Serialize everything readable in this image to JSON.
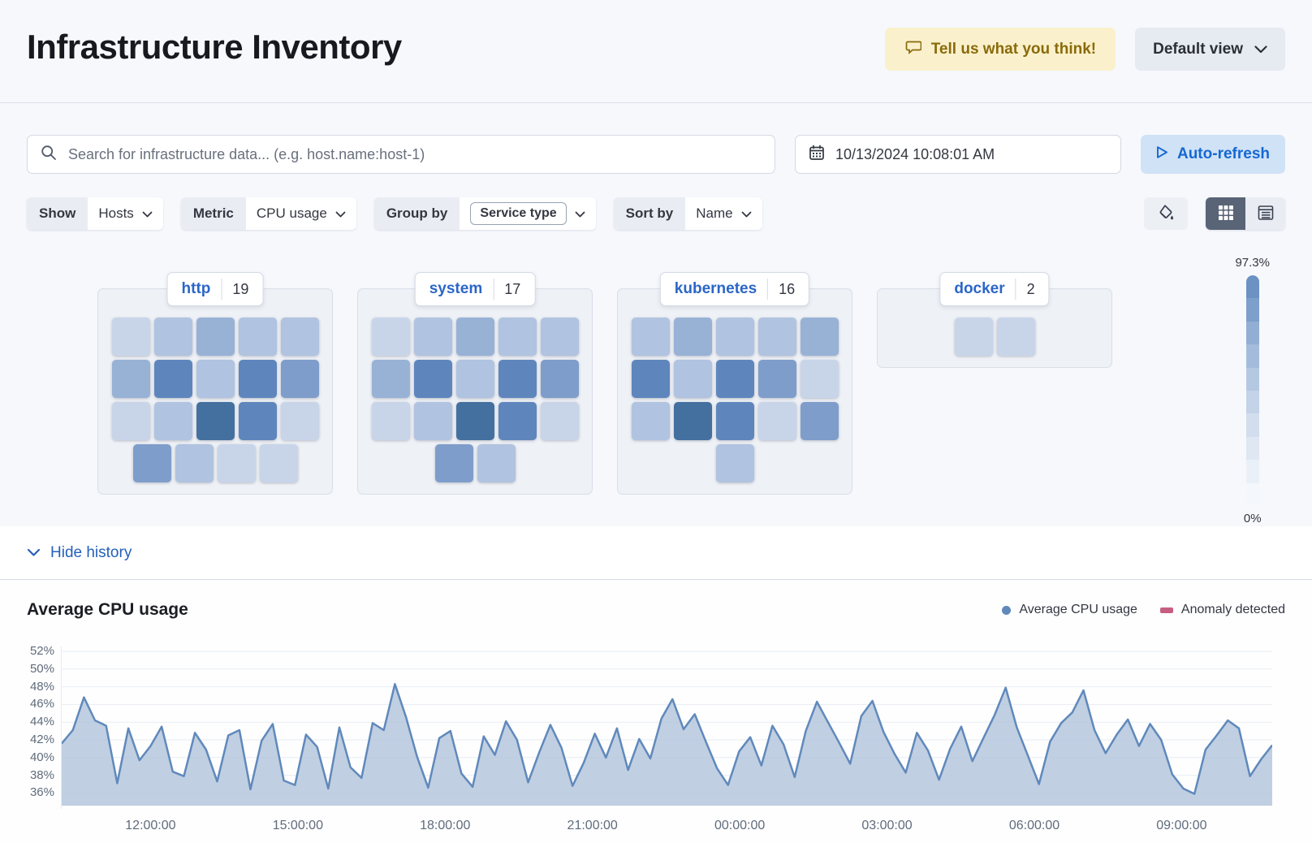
{
  "page": {
    "title": "Infrastructure Inventory"
  },
  "header": {
    "feedback_label": "Tell us what you think!",
    "view_label": "Default view"
  },
  "toolbar": {
    "search_placeholder": "Search for infrastructure data... (e.g. host.name:host-1)",
    "datetime": "10/13/2024 10:08:01 AM",
    "auto_refresh_label": "Auto-refresh",
    "filters": {
      "show": {
        "label": "Show",
        "value": "Hosts"
      },
      "metric": {
        "label": "Metric",
        "value": "CPU usage"
      },
      "group_by": {
        "label": "Group by",
        "value": "Service type"
      },
      "sort_by": {
        "label": "Sort by",
        "value": "Name"
      }
    }
  },
  "colors": {
    "link_blue": "#2560b9",
    "group_name_blue": "#2b66c7",
    "auto_refresh_blue": "#1668d3",
    "feedback_yellow_bg": "#faf1cc",
    "feedback_text": "#8a6a0b",
    "selected_segment": "#5a6477",
    "chart_line": "#6089bb",
    "chart_fill": "#b9cadf",
    "anomaly_pink": "#c85d82"
  },
  "palette": [
    "#d8e1ef",
    "#c8d5e9",
    "#b0c3e0",
    "#98b2d6",
    "#7f9dca",
    "#5f86bc",
    "#44709f"
  ],
  "legend_scale": {
    "max_label": "97.3%",
    "min_label": "0%",
    "colors": [
      "#6b92c3",
      "#7d9fcb",
      "#92aed4",
      "#a4bcdc",
      "#b4c8e2",
      "#c3d3e8",
      "#d2deee",
      "#dfe7f3",
      "#eaf0f8",
      "#f4f7fb"
    ]
  },
  "groups": [
    {
      "name": "http",
      "count": "19",
      "tiles": [
        [
          1,
          2,
          3,
          2,
          2
        ],
        [
          3,
          5,
          2,
          5,
          4
        ],
        [
          1,
          2,
          6,
          5,
          1
        ],
        [
          4,
          2,
          1,
          1
        ]
      ]
    },
    {
      "name": "system",
      "count": "17",
      "tiles": [
        [
          1,
          2,
          3,
          2,
          2
        ],
        [
          3,
          5,
          2,
          5,
          4
        ],
        [
          1,
          2,
          6,
          5,
          1
        ],
        [
          4,
          2
        ]
      ]
    },
    {
      "name": "kubernetes",
      "count": "16",
      "tiles": [
        [
          2,
          3,
          2,
          2,
          3
        ],
        [
          5,
          2,
          5,
          4,
          1
        ],
        [
          2,
          6,
          5,
          1,
          4
        ],
        [
          2
        ]
      ]
    },
    {
      "name": "docker",
      "count": "2",
      "tiles": [
        [
          1,
          1
        ]
      ]
    }
  ],
  "history": {
    "toggle_label": "Hide history"
  },
  "chart_data": {
    "type": "area",
    "title": "Average CPU usage",
    "legend": [
      {
        "label": "Average CPU usage",
        "color": "#6089bb",
        "marker": "dot"
      },
      {
        "label": "Anomaly detected",
        "color": "#c85d82",
        "marker": "dash"
      }
    ],
    "y_ticks": [
      "52%",
      "50%",
      "48%",
      "46%",
      "44%",
      "42%",
      "40%",
      "38%",
      "36%"
    ],
    "ylim": [
      36,
      52
    ],
    "x_ticks": [
      "12:00:00",
      "15:00:00",
      "18:00:00",
      "21:00:00",
      "00:00:00",
      "03:00:00",
      "06:00:00",
      "09:00:00"
    ],
    "grid": true,
    "line_color": "#6089bb",
    "fill_color": "#b9cadf",
    "series": [
      {
        "name": "Average CPU usage",
        "values": [
          41.6,
          43.1,
          46.8,
          44.2,
          43.6,
          37.1,
          43.3,
          39.7,
          41.3,
          43.5,
          38.4,
          37.9,
          42.8,
          40.9,
          37.3,
          42.5,
          43.1,
          36.4,
          41.9,
          43.8,
          37.4,
          36.9,
          42.6,
          41.2,
          36.5,
          43.4,
          38.9,
          37.7,
          43.9,
          43.1,
          48.3,
          44.6,
          40.1,
          36.6,
          42.2,
          43.0,
          38.2,
          36.7,
          42.4,
          40.3,
          44.1,
          42.0,
          37.2,
          40.6,
          43.7,
          41.1,
          36.8,
          39.4,
          42.7,
          40.0,
          43.3,
          38.6,
          42.1,
          39.9,
          44.4,
          46.6,
          43.2,
          44.9,
          41.8,
          38.8,
          36.9,
          40.7,
          42.3,
          39.1,
          43.6,
          41.5,
          37.8,
          43.0,
          46.3,
          44.0,
          41.7,
          39.3,
          44.7,
          46.4,
          42.9,
          40.4,
          38.3,
          42.8,
          40.8,
          37.5,
          41.0,
          43.5,
          39.6,
          42.2,
          44.8,
          47.9,
          43.4,
          40.2,
          37.0,
          41.8,
          43.9,
          45.1,
          47.6,
          43.1,
          40.5,
          42.6,
          44.3,
          41.3,
          43.8,
          42.0,
          38.1,
          36.5,
          35.9,
          40.9,
          42.5,
          44.2,
          43.3,
          37.9,
          39.8,
          41.4
        ]
      }
    ]
  }
}
